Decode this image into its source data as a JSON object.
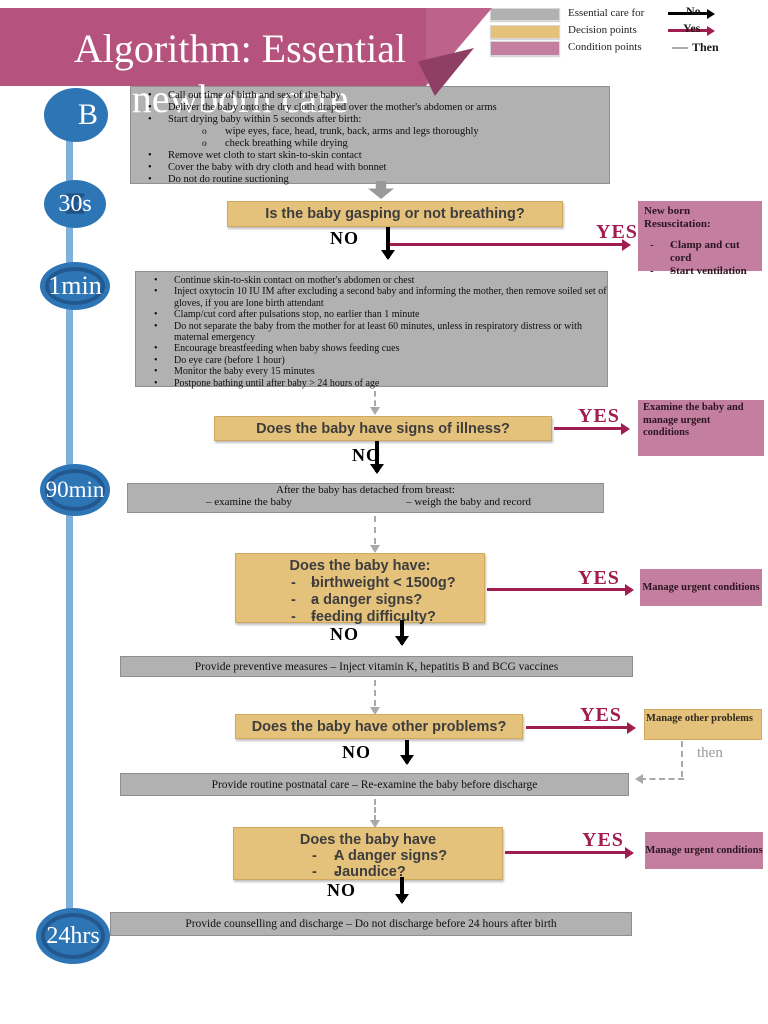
{
  "title": "Algorithm: Essential newborn care",
  "colors": {
    "banner_pink": "#b5537e",
    "essential_gray": "#b1b1b1",
    "decision_tan": "#e5c27c",
    "condition_pink": "#c37ea0",
    "timeline_blue": "#2e75b6",
    "yes_red": "#a01d4f",
    "no_black": "#000000",
    "then_gray": "#a9a9a9"
  },
  "legend": {
    "box_items": [
      "Essential care for",
      "Decision points",
      "Condition points"
    ],
    "arrow_items": [
      "No",
      "Yes",
      "Then"
    ]
  },
  "timeline": {
    "labels": [
      "B",
      "30s",
      "1min",
      "90min",
      "24hrs"
    ]
  },
  "flow": {
    "no": "NO",
    "yes": "YES",
    "then": "then",
    "birth_care": {
      "bullets": [
        "Call out time of birth and sex of the baby",
        "Deliver the baby onto the dry cloth draped over the mother's abdomen or arms",
        "Start drying baby within 5 seconds after birth:",
        "Remove wet cloth to start skin-to-skin contact",
        "Cover the baby with dry cloth and head with bonnet",
        "Do not do routine suctioning"
      ],
      "sub_bullets": [
        "wipe eyes, face, head, trunk, back, arms and legs thoroughly",
        "check breathing while drying"
      ]
    },
    "decision_breathing": "Is the baby gasping or not breathing?",
    "resuscitation": {
      "title": "New born Resuscitation:",
      "items": [
        "Clamp and cut cord",
        "Start ventilation"
      ]
    },
    "one_min_care": {
      "bullets": [
        "Continue skin-to-skin contact on mother's abdomen or chest",
        "Inject oxytocin 10 IU IM after excluding a second baby and informing the mother, then remove soiled set of gloves, if you are lone birth attendant",
        "Clamp/cut cord after pulsations stop, no earlier than 1 minute",
        "Do not separate the baby from the mother for at least 60 minutes, unless in respiratory distress or with maternal emergency",
        "Encourage breastfeeding when baby shows feeding cues",
        "Do eye care (before 1 hour)",
        "Monitor the baby every 15 minutes",
        "Postpone bathing until after baby > 24 hours of age"
      ]
    },
    "decision_illness": "Does the baby have signs of illness?",
    "examine_urgent": "Examine the baby and manage urgent conditions",
    "detached": {
      "heading": "After the baby has detached from breast:",
      "left": "– examine the baby",
      "right": "– weigh the baby and record"
    },
    "decision_weight": {
      "heading": "Does the baby have:",
      "items": [
        "birthweight < 1500g?",
        "a danger signs?",
        "feeding difficulty?"
      ]
    },
    "manage_urgent_1": "Manage urgent conditions",
    "preventive_bar": "Provide preventive measures – Inject vitamin K, hepatitis B and BCG vaccines",
    "decision_other": "Does the baby have other problems?",
    "manage_other": "Manage other problems",
    "routine_bar": "Provide routine postnatal care – Re-examine the baby before discharge",
    "decision_danger": {
      "heading": "Does the baby have",
      "items": [
        "A danger signs?",
        "Jaundice?"
      ]
    },
    "manage_urgent_2": "Manage urgent conditions",
    "counselling_bar": "Provide counselling and discharge – Do not discharge before 24 hours after birth"
  }
}
